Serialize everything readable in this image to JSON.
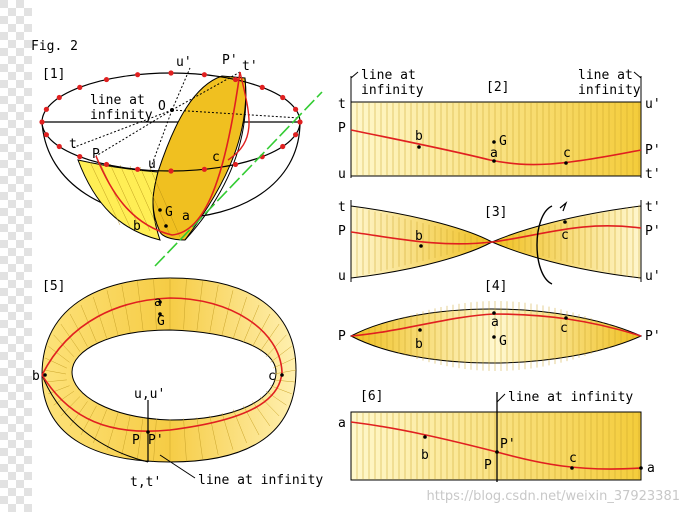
{
  "figure": {
    "title": "Fig. 2",
    "watermark": "https://blog.csdn.net/weixin_37923381"
  },
  "colors": {
    "gold": "#f0c020",
    "yellow": "#ffea55",
    "pale": "#fff3b0",
    "curve": "#e02020",
    "green_line": "#33cc33",
    "outline": "#000000"
  },
  "panel1": {
    "label": "[1]",
    "points": {
      "u_prime": "u'",
      "p_prime": "P'",
      "t_prime": "t'",
      "o": "O",
      "t": "t",
      "p": "P",
      "u": "u",
      "c": "c",
      "b": "b",
      "g": "G",
      "a": "a"
    },
    "annotation": "line at\ninfinity"
  },
  "panel2": {
    "label": "[2]",
    "left_note": "line at\ninfinity",
    "right_note": "line at\ninfinity",
    "left": {
      "top": "t",
      "mid": "P",
      "bottom": "u"
    },
    "right": {
      "top": "u'",
      "mid": "P'",
      "bottom": "t'"
    },
    "points": {
      "b": "b",
      "g": "G",
      "a": "a",
      "c": "c"
    }
  },
  "panel3": {
    "label": "[3]",
    "left": {
      "top": "t",
      "mid": "P",
      "bottom": "u"
    },
    "right": {
      "top": "t'",
      "mid": "P'",
      "bottom": "u'"
    },
    "points": {
      "b": "b",
      "c": "c"
    }
  },
  "panel4": {
    "label": "[4]",
    "left": "P",
    "right": "P'",
    "points": {
      "a": "a",
      "g": "G",
      "b": "b",
      "c": "c"
    }
  },
  "panel5": {
    "label": "[5]",
    "points": {
      "a": "a",
      "g": "G",
      "b": "b",
      "c": "c",
      "uu": "u,u'",
      "p": "P",
      "pp": "P'",
      "tt": "t,t'"
    },
    "annotation": "line at infinity"
  },
  "panel6": {
    "label": "[6]",
    "annotation": "line at infinity",
    "points": {
      "a_left": "a",
      "b": "b",
      "p_prime": "P'",
      "p": "P",
      "c": "c",
      "a_right": "a"
    }
  }
}
